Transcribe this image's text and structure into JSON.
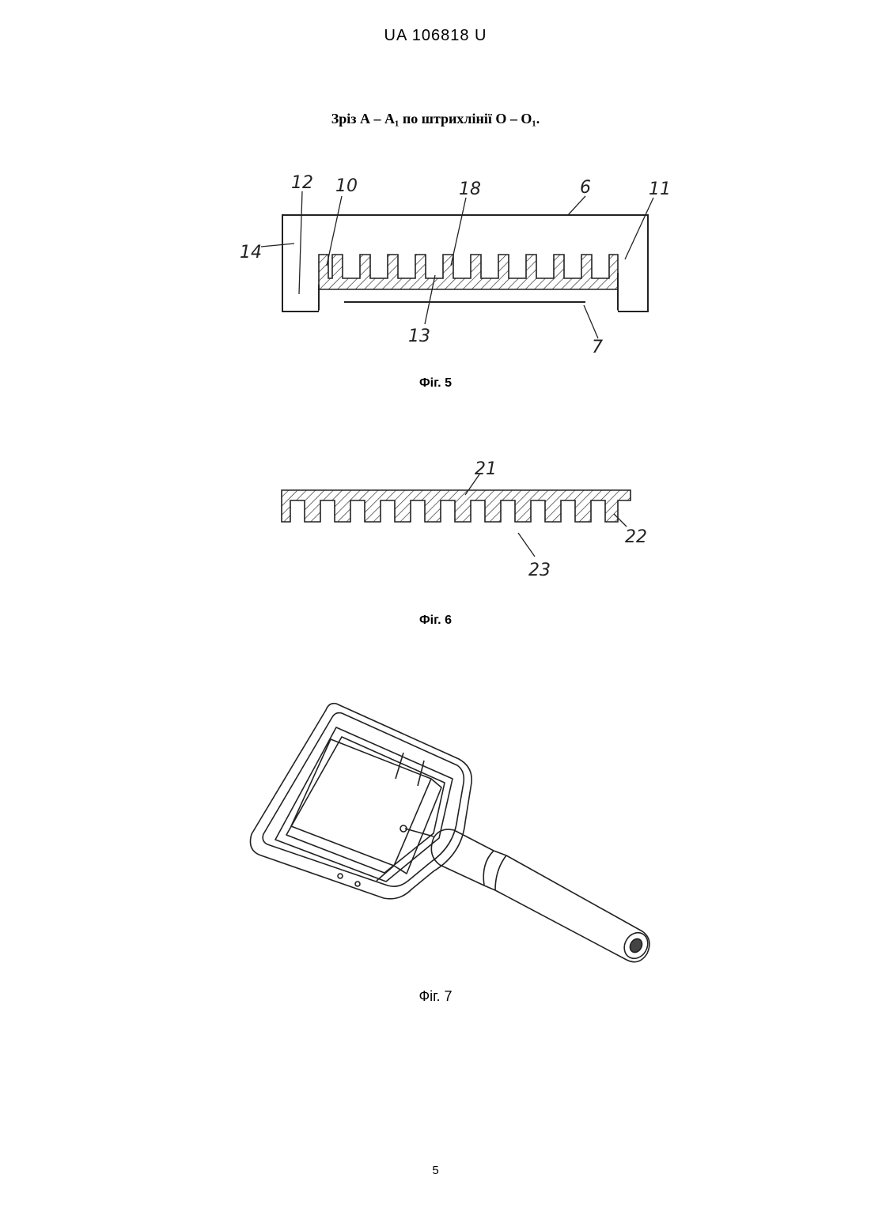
{
  "header": {
    "document_number": "UA   106818   U"
  },
  "section_title": "Зріз А – А₁ по штрихлінії О – О₁.",
  "figures": [
    {
      "caption": "Фіг. 5",
      "refs": [
        "12",
        "10",
        "18",
        "6",
        "11",
        "14",
        "13",
        "7"
      ]
    },
    {
      "caption": "Фіг. 6",
      "refs": [
        "21",
        "22",
        "23"
      ]
    },
    {
      "caption": "Фіг. 7"
    }
  ],
  "page_number": "5"
}
